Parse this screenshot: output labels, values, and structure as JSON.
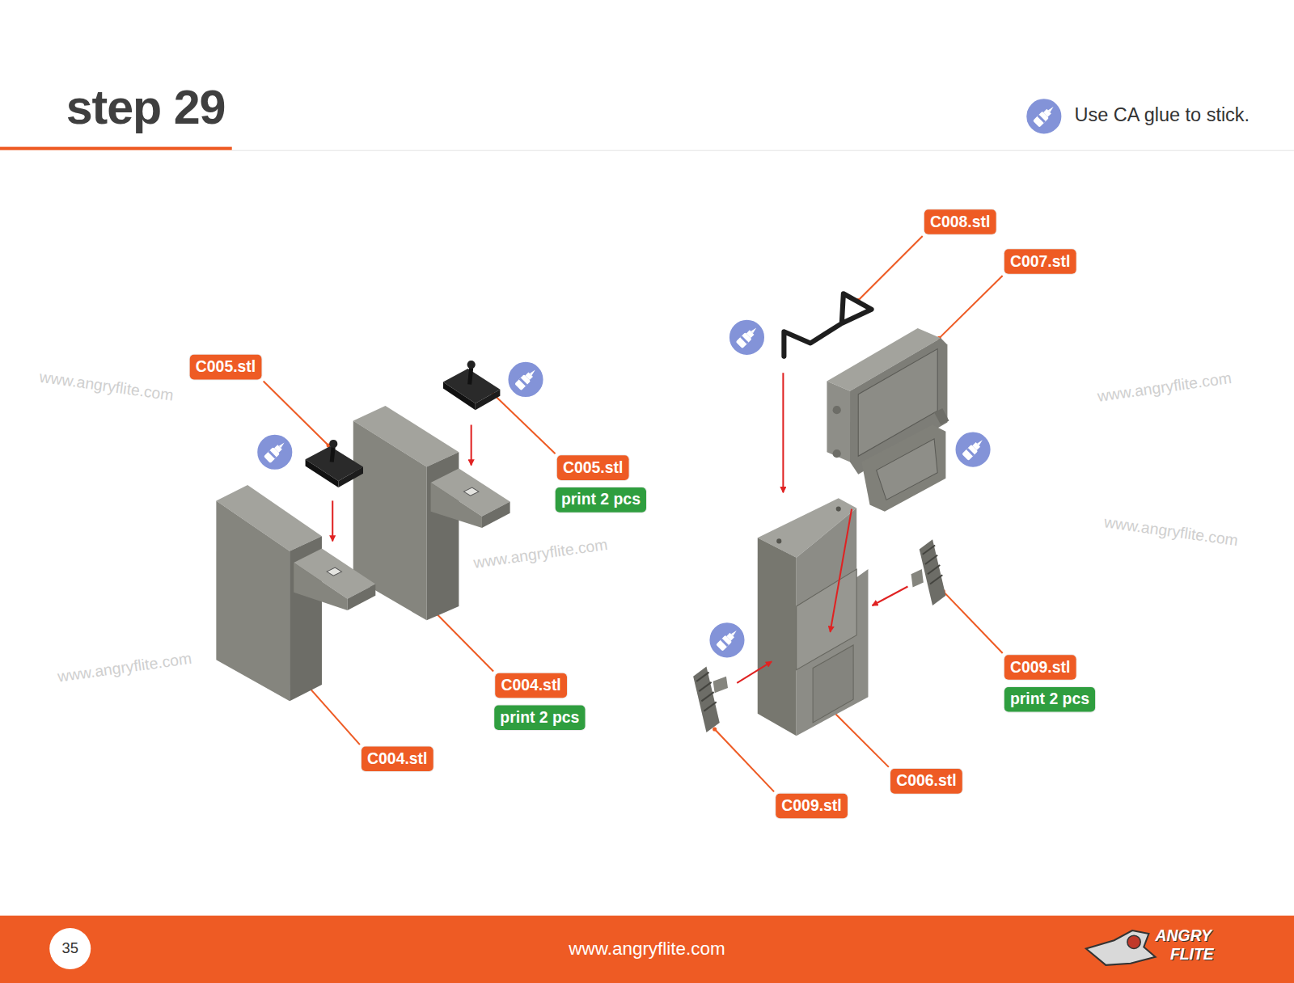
{
  "diagram": {
    "title": "step 29",
    "nodes": [
      {
        "text": [
          "C005.stl"
        ]
      },
      {
        "text": [
          "C005.stl"
        ]
      },
      {
        "text": [
          "print 2 pcs"
        ]
      },
      {
        "text": [
          "C004.stl"
        ]
      },
      {
        "text": [
          "print 2 pcs"
        ]
      },
      {
        "text": [
          "C004.stl"
        ]
      },
      {
        "text": [
          "C008.stl"
        ]
      },
      {
        "text": [
          "C007.stl"
        ]
      },
      {
        "text": [
          "C009.stl"
        ]
      },
      {
        "text": [
          "print 2 pcs"
        ]
      },
      {
        "text": [
          "C006.stl"
        ]
      },
      {
        "text": [
          "C009.stl"
        ]
      }
    ],
    "labels": [
      "Use CA glue to stick.",
      "www.angryflite.com",
      "www.angryflite.com",
      "www.angryflite.com",
      "www.angryflite.com",
      "www.angryflite.com",
      "35",
      "www.angryflite.com",
      "ANGRY",
      "FLITE"
    ]
  }
}
